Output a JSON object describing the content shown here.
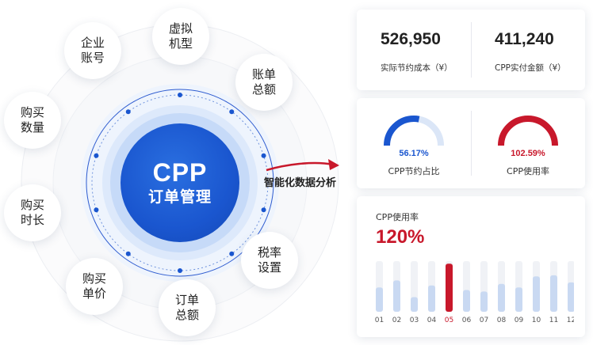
{
  "center": {
    "line1": "CPP",
    "line2": "订单管理"
  },
  "bubbles": [
    {
      "id": "vm-type",
      "line1": "虚拟",
      "line2": "机型"
    },
    {
      "id": "bill-total",
      "line1": "账单",
      "line2": "总额"
    },
    {
      "id": "tax-rate",
      "line1": "税率",
      "line2": "设置"
    },
    {
      "id": "order-total",
      "line1": "订单",
      "line2": "总额"
    },
    {
      "id": "unit-price",
      "line1": "购买",
      "line2": "单价"
    },
    {
      "id": "duration",
      "line1": "购买",
      "line2": "时长"
    },
    {
      "id": "quantity",
      "line1": "购买",
      "line2": "数量"
    },
    {
      "id": "account",
      "line1": "企业",
      "line2": "账号"
    }
  ],
  "arrow_label": "智能化数据分析",
  "colors": {
    "primary": "#1a56cf",
    "accent": "#c8182b",
    "bar": "#c9d9f2",
    "bar_track": "#f0f2f6"
  },
  "cost": {
    "saved_value": "526,950",
    "saved_label": "实际节约成本（¥）",
    "paid_value": "411,240",
    "paid_label": "CPP实付金额（¥）"
  },
  "gauges": {
    "saving": {
      "percent_text": "56.17%",
      "label": "CPP节约占比",
      "fraction": 0.5617
    },
    "usage": {
      "percent_text": "102.59%",
      "label": "CPP使用率",
      "fraction": 1.0
    }
  },
  "usage": {
    "title": "CPP使用率",
    "value": "120%",
    "chart_data": {
      "type": "bar",
      "categories": [
        "01",
        "02",
        "03",
        "04",
        "05",
        "06",
        "07",
        "08",
        "09",
        "10",
        "11",
        "12"
      ],
      "values": [
        48,
        62,
        29,
        52,
        95,
        43,
        40,
        55,
        48,
        70,
        72,
        58
      ],
      "highlight": "05",
      "ylim": [
        0,
        100
      ]
    }
  }
}
